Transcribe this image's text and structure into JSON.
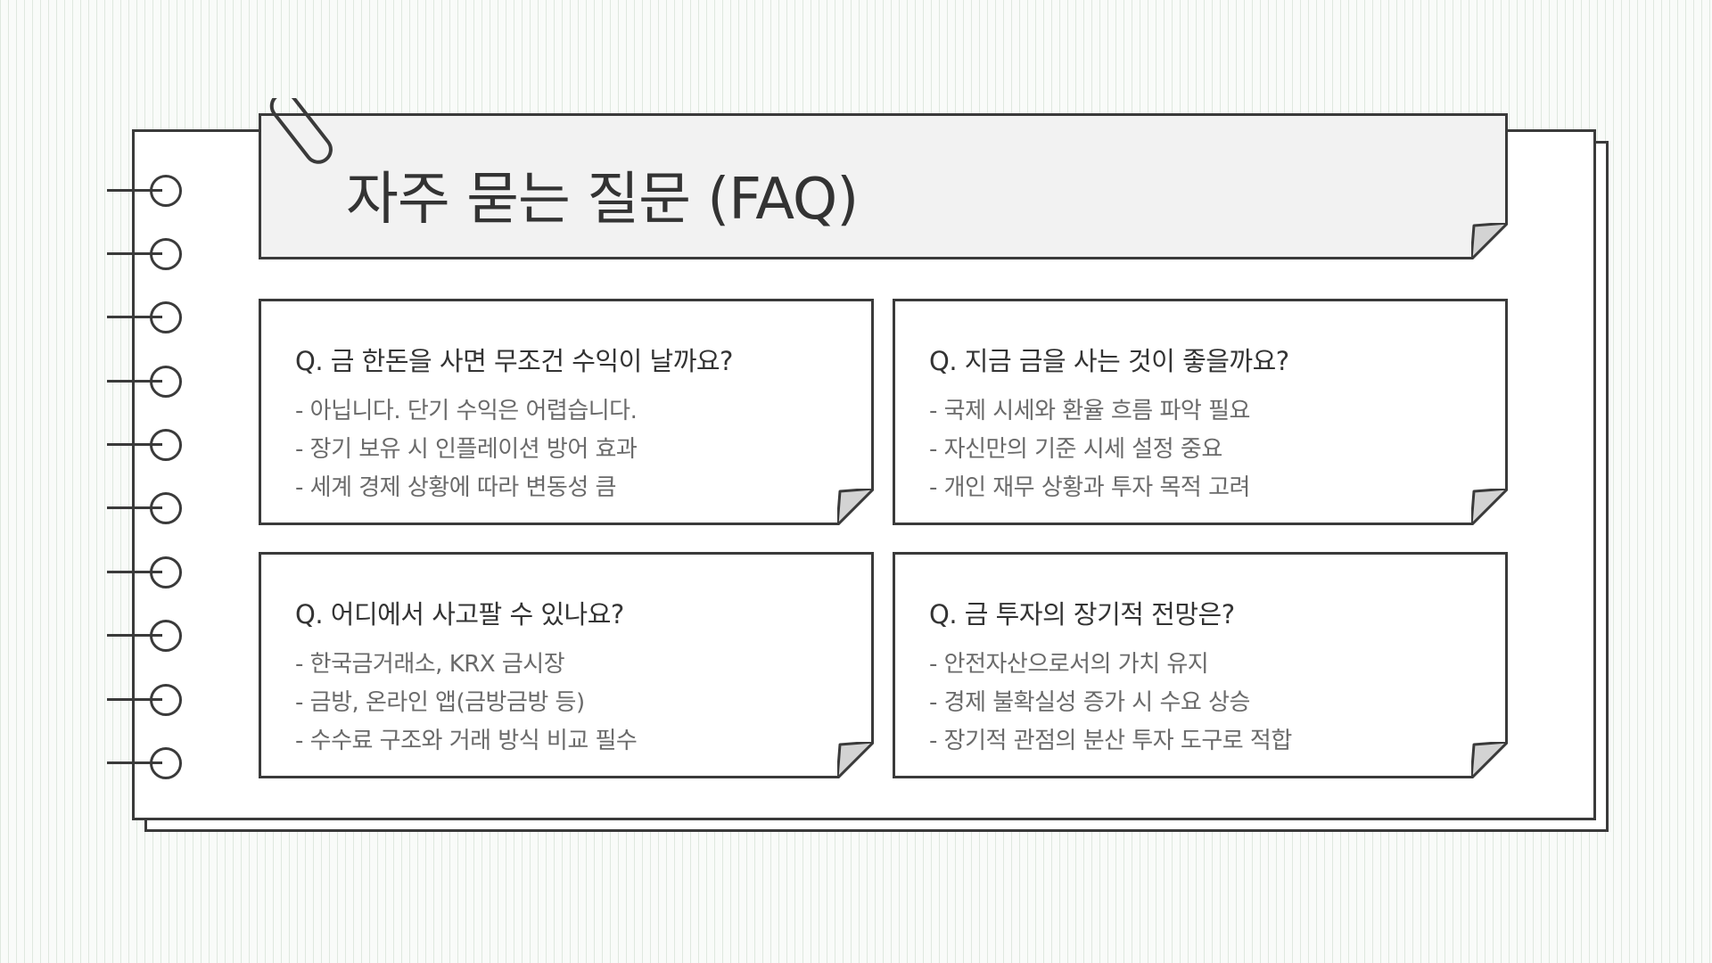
{
  "title": "자주 묻는 질문 (FAQ)",
  "colors": {
    "border": "#3a3a3a",
    "banner_fill": "#f2f2f2",
    "fold_fill": "#d3d3d3",
    "question_text": "#333333",
    "answer_text": "#6a6a6a"
  },
  "cards": [
    {
      "question": "Q. 금 한돈을 사면 무조건 수익이 날까요?",
      "answers": [
        "- 아닙니다. 단기 수익은 어렵습니다.",
        "- 장기 보유 시 인플레이션 방어 효과",
        "- 세계 경제 상황에 따라 변동성 큼"
      ]
    },
    {
      "question": "Q. 지금 금을 사는 것이 좋을까요?",
      "answers": [
        "- 국제 시세와 환율 흐름 파악 필요",
        "- 자신만의 기준 시세 설정 중요",
        "- 개인 재무 상황과 투자 목적 고려"
      ]
    },
    {
      "question": "Q. 어디에서 사고팔 수 있나요?",
      "answers": [
        "- 한국금거래소, KRX 금시장",
        "- 금방, 온라인 앱(금방금방 등)",
        "- 수수료 구조와 거래 방식 비교 필수"
      ]
    },
    {
      "question": "Q. 금 투자의 장기적 전망은?",
      "answers": [
        "- 안전자산으로서의 가치 유지",
        "- 경제 불확실성 증가 시 수요 상승",
        "- 장기적 관점의 분산 투자 도구로 적합"
      ]
    }
  ]
}
